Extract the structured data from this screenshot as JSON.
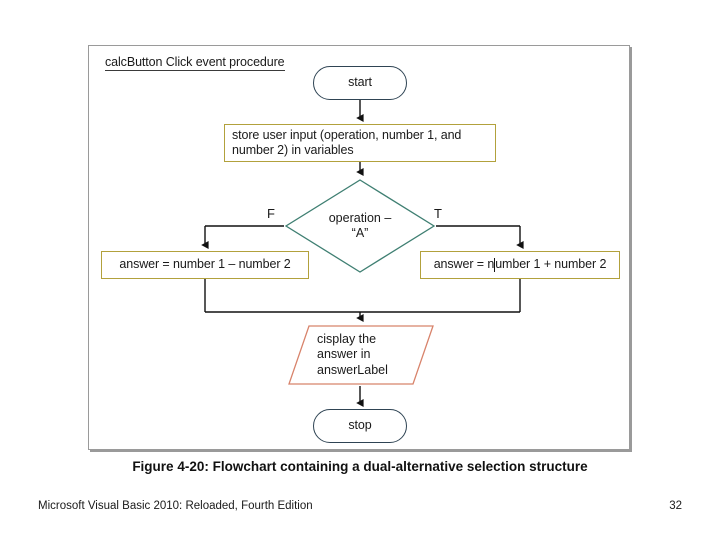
{
  "figure": {
    "procedure_title": "calcButton Click event procedure",
    "caption": "Figure 4-20: Flowchart containing a dual-alternative selection structure"
  },
  "flowchart": {
    "nodes": {
      "start": {
        "label": "start",
        "shape": "terminator"
      },
      "store_input": {
        "label": "store user input (operation, number 1, and number 2) in variables",
        "shape": "process"
      },
      "decision": {
        "line1": "operation –",
        "line2": "“A”",
        "shape": "decision"
      },
      "answer_false": {
        "label": "answer = number 1 – number 2",
        "shape": "process"
      },
      "answer_true_before_caret": "answer = n",
      "answer_true_after_caret": "umber 1 + number 2",
      "output": {
        "line1": "cisplay the",
        "line2": "answer in",
        "line3": "answerLabel",
        "shape": "parallelogram"
      },
      "stop": {
        "label": "stop",
        "shape": "terminator"
      }
    },
    "branch_labels": {
      "false": "F",
      "true": "T"
    },
    "colors": {
      "terminator_border": "#2f4454",
      "process_border": "#b2a13c",
      "decision_border": "#3f7f72",
      "output_border": "#d8836b",
      "connector": "#111111",
      "frame_border": "#9a9a9a"
    }
  },
  "footer": {
    "book_title": "Microsoft Visual Basic 2010: Reloaded, Fourth Edition",
    "page_number": "32"
  }
}
